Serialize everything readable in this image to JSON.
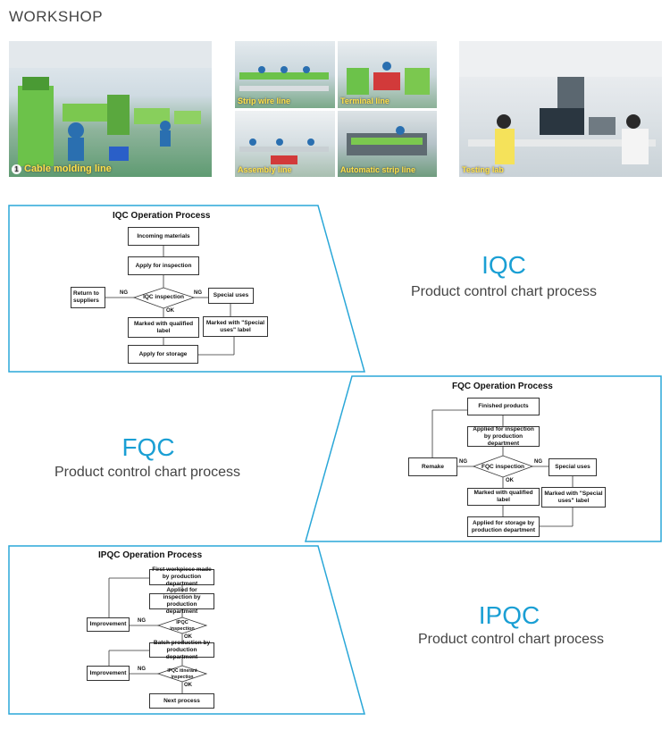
{
  "header": {
    "title": "WORKSHOP"
  },
  "photos": {
    "cable": {
      "num": "1",
      "caption": "Cable molding line"
    },
    "strip_wire": {
      "caption": "Strip wire line"
    },
    "terminal": {
      "caption": "Terminal line"
    },
    "line3": {
      "caption": "Assembly line"
    },
    "auto_strip": {
      "caption": "Automatic strip line"
    },
    "testing": {
      "caption": "Testing lab"
    }
  },
  "iqc": {
    "chart_title": "IQC Operation Process",
    "heading": "IQC",
    "subtitle": "Product control chart process",
    "nodes": {
      "incoming": "Incoming materials",
      "apply_inspection": "Apply for inspection",
      "inspection": "IQC inspection",
      "return": "Return to suppliers",
      "special": "Special uses",
      "qualified": "Marked with qualified label",
      "special_label": "Marked with \"Special uses\" label",
      "storage": "Apply for storage"
    },
    "edges": {
      "ng_left": "NG",
      "ng_right": "NG",
      "ok": "OK"
    }
  },
  "fqc": {
    "chart_title": "FQC Operation Process",
    "heading": "FQC",
    "subtitle": "Product control chart process",
    "nodes": {
      "finished": "Finished products",
      "applied": "Applied for inspection by production department",
      "inspection": "FQC inspection",
      "remake": "Remake",
      "special": "Special uses",
      "qualified": "Marked with qualified label",
      "special_label": "Marked with \"Special uses\" label",
      "storage": "Applied for storage by production department"
    },
    "edges": {
      "ng_left": "NG",
      "ng_right": "NG",
      "ok": "OK"
    }
  },
  "ipqc": {
    "chart_title": "IPQC Operation Process",
    "heading": "IPQC",
    "subtitle": "Product control chart process",
    "nodes": {
      "first": "First workpiece made by production department",
      "applied": "Applied for inspection by production department",
      "inspection": "IPQC inspection",
      "improvement1": "Improvement",
      "batch": "Batch production by production department",
      "itinerant": "IPQC itinerant inspection",
      "improvement2": "Improvement",
      "next": "Next process"
    },
    "edges": {
      "ng1": "NG",
      "ok1": "OK",
      "ng2": "NG",
      "ok2": "OK"
    }
  },
  "colors": {
    "accent": "#1a9fd4",
    "frame": "#2aa7d8"
  }
}
